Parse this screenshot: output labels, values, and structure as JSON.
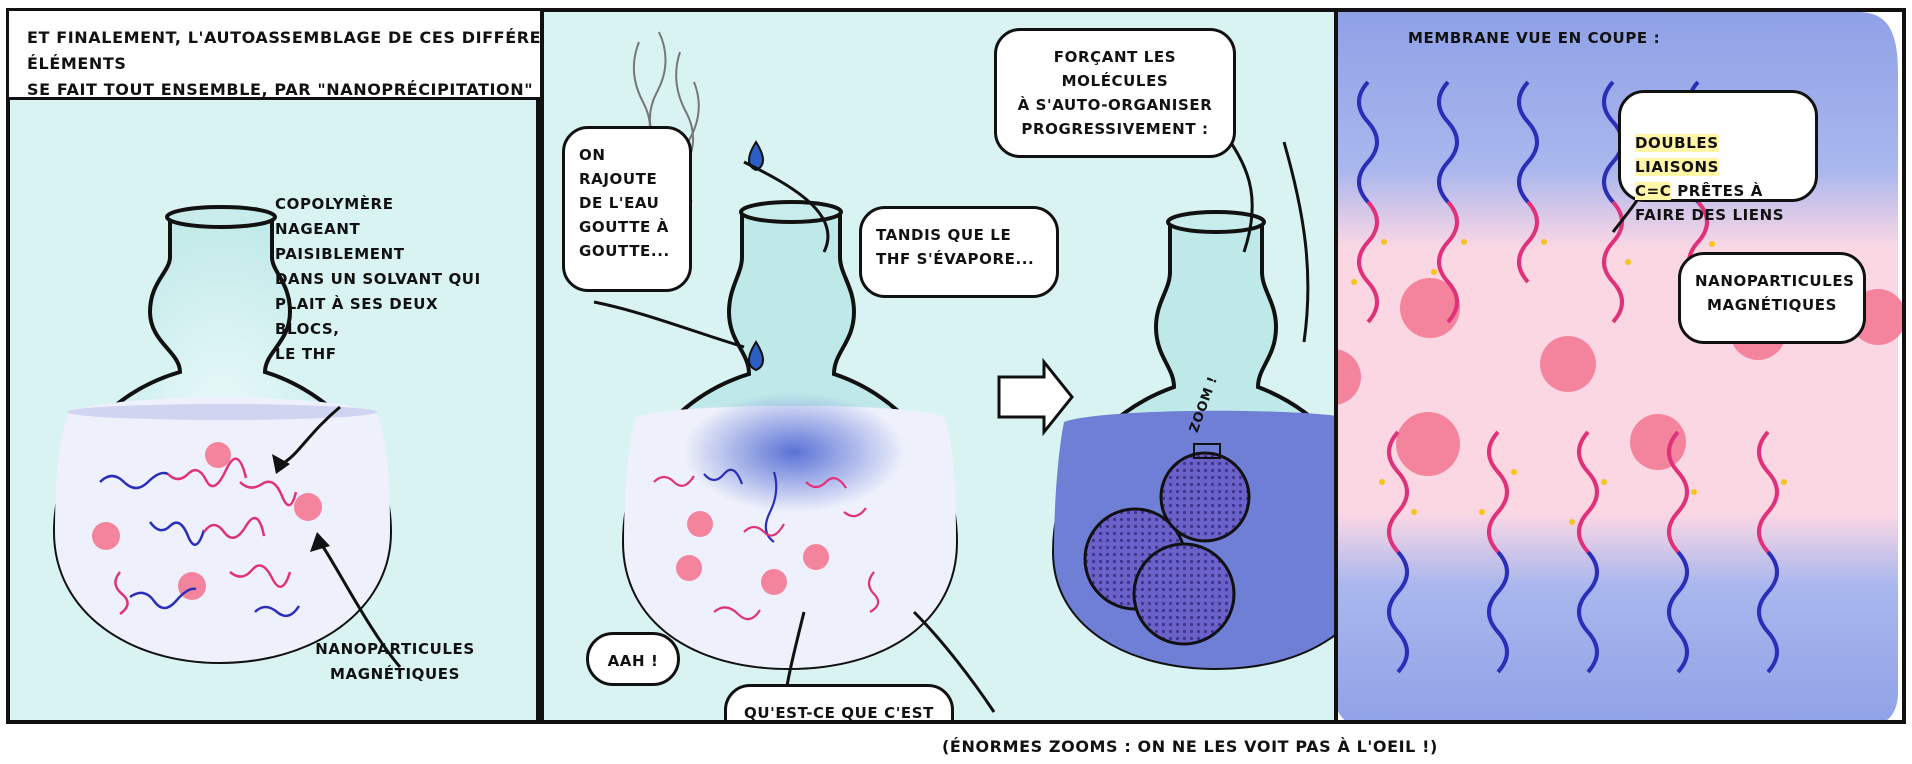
{
  "caption_top": "Et finalement, l'autoassemblage de ces différents éléments\nse fait tout ensemble, par \"nanoprécipitation\" :",
  "panel1": {
    "copolymer_label": "Copolymère\nnageant paisiblement\ndans un solvant qui\nplait à ses deux blocs,\nle THF",
    "nanoparticles_label": "Nanoparticules\nmagnétiques"
  },
  "panel2": {
    "bubble_water": "On rajoute\nde l'eau\ngoutte à\ngoutte...",
    "bubble_thf": "Tandis que le\nTHF s'évapore...",
    "bubble_force": "Forçant les molécules\nà s'auto-organiser\nprogressivement :",
    "bubble_aah": "Aah !",
    "bubble_horror": "Qu'est-ce que c'est\nque cette horreur ?!",
    "zoom_label": "Zoom !",
    "footnote": "(Énormes zooms : on ne les voit pas à l'oeil !)"
  },
  "panel3": {
    "title": "Membrane vue en coupe :",
    "bubble_double_line1": "Doubles liaisons",
    "bubble_double_cc": "C=C",
    "bubble_double_rest": " prêtes à\nfaire des liens",
    "bubble_nano": "Nanoparticules\nmagnétiques"
  },
  "colors": {
    "panel_bg": "#d9f3f3",
    "liquid": "#eef0fb",
    "blue_block": "#2b2fb8",
    "pink_block": "#e0327a",
    "nanoparticle": "#f4849e",
    "membrane_blue": "#8fa1e6",
    "membrane_pink": "#fbd7e4",
    "bonds": "#f5c518",
    "vesicle": "#6a61c9"
  }
}
